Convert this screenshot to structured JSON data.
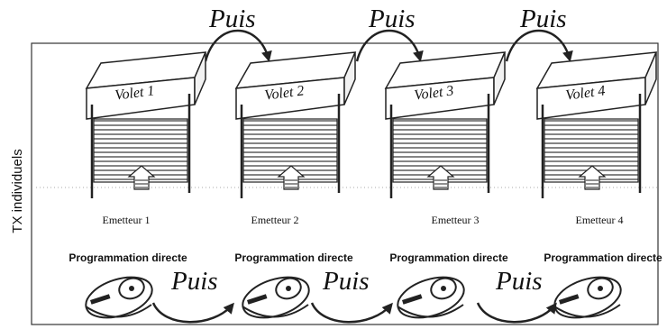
{
  "side_label": "TX individuels",
  "sequence_word": "Puis",
  "volets": [
    {
      "label": "Volet 1",
      "emitter": "Emetteur 1",
      "program": "Programmation directe"
    },
    {
      "label": "Volet 2",
      "emitter": "Emetteur 2",
      "program": "Programmation directe"
    },
    {
      "label": "Volet 3",
      "emitter": "Emetteur 3",
      "program": "Programmation directe"
    },
    {
      "label": "Volet 4",
      "emitter": "Emetteur 4",
      "program": "Programmation directe"
    }
  ]
}
